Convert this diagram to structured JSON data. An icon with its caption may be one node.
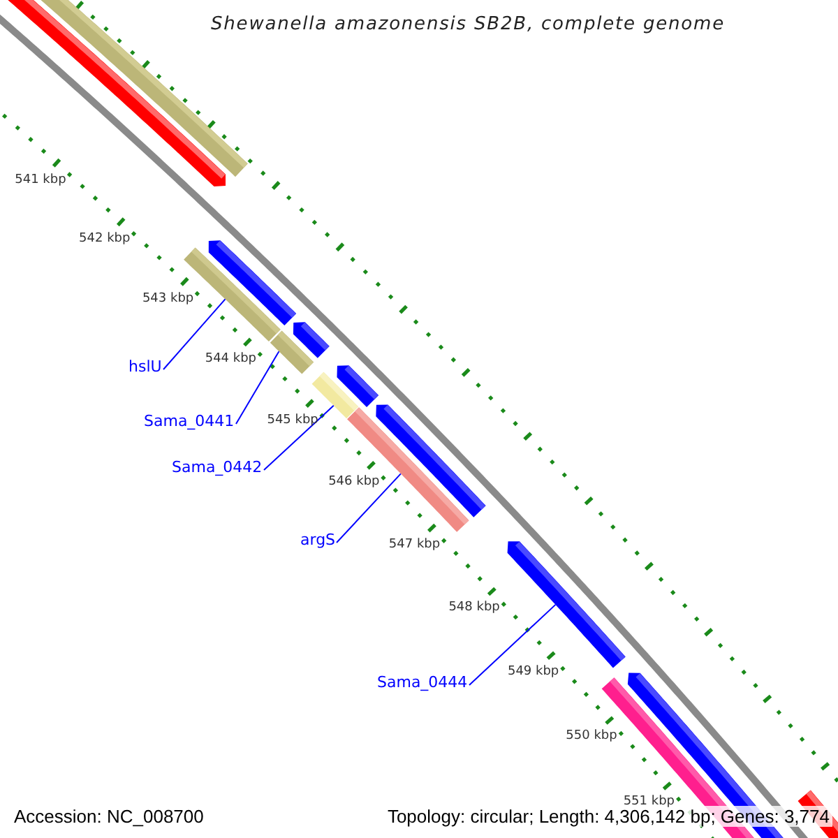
{
  "diagram": {
    "title": "Shewanella amazonensis SB2B, complete genome",
    "nodes": [
      {
        "text": [
          "hslU"
        ]
      },
      {
        "text": [
          "Sama_0441"
        ]
      },
      {
        "text": [
          "Sama_0442"
        ]
      },
      {
        "text": [
          "argS"
        ]
      },
      {
        "text": [
          "Sama_0444"
        ]
      },
      {
        "text": [],
        "shape": "bar"
      },
      {
        "text": [],
        "shape": "bar"
      },
      {
        "text": [],
        "shape": "bar"
      },
      {
        "text": [],
        "shape": "bar"
      },
      {
        "text": [],
        "shape": "arrow"
      }
    ],
    "edges": [
      {
        "from": 0,
        "to": 5,
        "arrow": "none"
      },
      {
        "from": 1,
        "to": 6,
        "arrow": "none"
      },
      {
        "from": 2,
        "to": 7,
        "arrow": "none"
      },
      {
        "from": 3,
        "to": 8,
        "arrow": "none"
      },
      {
        "from": 4,
        "to": 9,
        "arrow": "none"
      }
    ],
    "labels": [
      "541 kbp",
      "542 kbp",
      "543 kbp",
      "544 kbp",
      "545 kbp",
      "546 kbp",
      "547 kbp",
      "548 kbp",
      "549 kbp",
      "550 kbp",
      "551 kbp",
      "Accession: NC_008700",
      "Topology: circular; Length: 4,306,142 bp; Genes: 3,774"
    ]
  }
}
